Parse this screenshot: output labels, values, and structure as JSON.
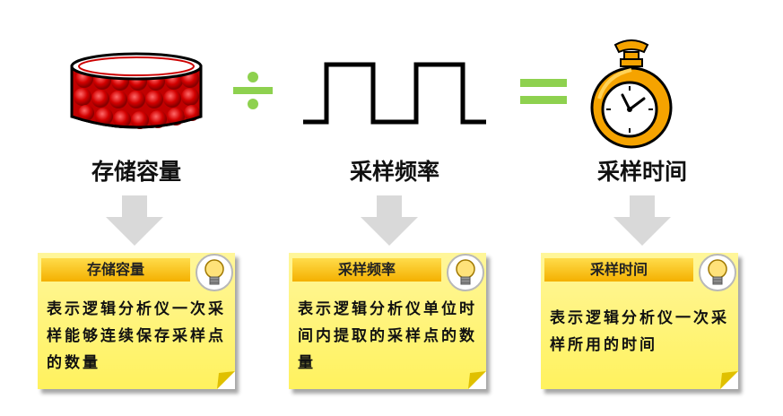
{
  "operators": {
    "divide": "÷",
    "equals": "="
  },
  "terms": [
    {
      "title": "存储容量",
      "card_title": "存储容量",
      "card_text": "表示逻辑分析仪一次采样能够连续保存采样点的数量"
    },
    {
      "title": "采样频率",
      "card_title": "采样频率",
      "card_text": "表示逻辑分析仪单位时间内提取的采样点的数量"
    },
    {
      "title": "采样时间",
      "card_title": "采样时间",
      "card_text": "表示逻辑分析仪一次采样所用的时间"
    }
  ],
  "colors": {
    "operator_green": "#8ed14f",
    "arrow_gray": "#d9d9d9",
    "card_yellow": "#fff46a",
    "card_header": "#f6b800",
    "memory_red": "#d40000",
    "clock_orange": "#f5a300"
  },
  "icons": [
    "memory-drum-icon",
    "square-wave-icon",
    "stopwatch-icon",
    "lightbulb-icon"
  ]
}
